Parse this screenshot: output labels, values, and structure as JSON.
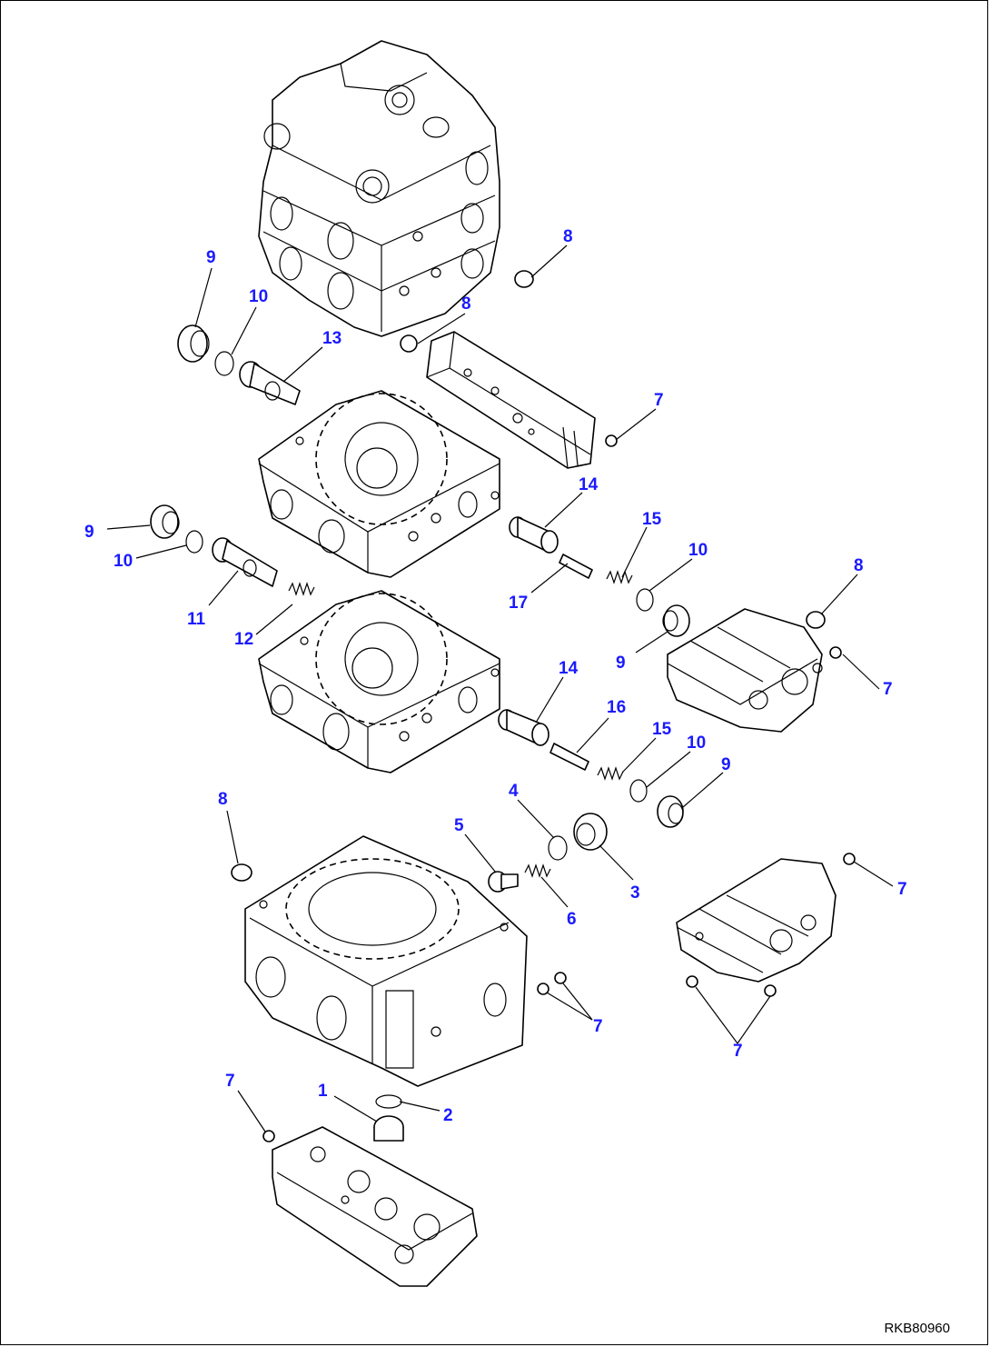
{
  "diagram": {
    "reference_code": "RKB80960",
    "callouts": [
      {
        "label": "9"
      },
      {
        "label": "10"
      },
      {
        "label": "13"
      },
      {
        "label": "8"
      },
      {
        "label": "8"
      },
      {
        "label": "7"
      },
      {
        "label": "14"
      },
      {
        "label": "15"
      },
      {
        "label": "10"
      },
      {
        "label": "9"
      },
      {
        "label": "10"
      },
      {
        "label": "11"
      },
      {
        "label": "12"
      },
      {
        "label": "17"
      },
      {
        "label": "9"
      },
      {
        "label": "8"
      },
      {
        "label": "7"
      },
      {
        "label": "14"
      },
      {
        "label": "16"
      },
      {
        "label": "15"
      },
      {
        "label": "10"
      },
      {
        "label": "9"
      },
      {
        "label": "8"
      },
      {
        "label": "4"
      },
      {
        "label": "5"
      },
      {
        "label": "3"
      },
      {
        "label": "6"
      },
      {
        "label": "7"
      },
      {
        "label": "7"
      },
      {
        "label": "7"
      },
      {
        "label": "7"
      },
      {
        "label": "1"
      },
      {
        "label": "2"
      }
    ]
  }
}
